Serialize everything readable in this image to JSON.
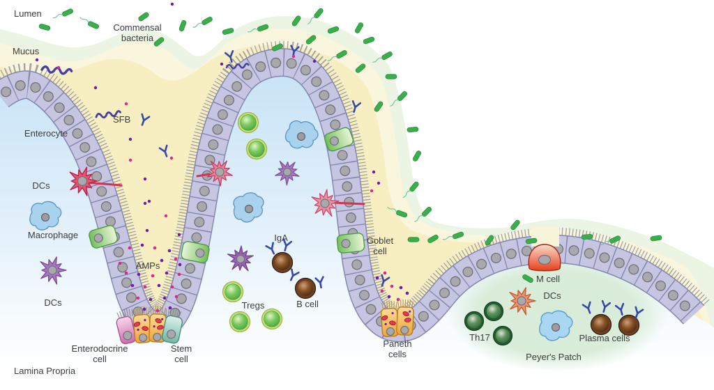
{
  "labels": {
    "lumen": "Lumen",
    "mucus": "Mucus",
    "commensal_1": "Commensal",
    "commensal_2": "bacteria",
    "enterocyte": "Enterocyte",
    "sfb": "SFB",
    "dcs_villus": "DCs",
    "macrophage": "Macrophage",
    "dcs_lamina": "DCs",
    "amps": "AMPs",
    "enterodocrine_1": "Enterodocrine",
    "enterodocrine_2": "cell",
    "stem_1": "Stem",
    "stem_2": "cell",
    "lamina_propria": "Lamina Propria",
    "tregs": "Tregs",
    "iga": "IgA",
    "b_cell": "B cell",
    "goblet_1": "Goblet",
    "goblet_2": "cell",
    "paneth_1": "Paneth",
    "paneth_2": "cells",
    "m_cell": "M cell",
    "dcs_peyers": "DCs",
    "th17": "Th17",
    "plasma_cells": "Plasma cells",
    "peyers_patch": "Peyer's Patch"
  },
  "colors": {
    "bacteria_green": "#3aae4b",
    "mucus_inner_yellow": "#f7efc2",
    "mucus_outer_yellow": "#faf6dd",
    "outer_mucus_green": "#ecf4e4",
    "epithelium_lavender": "#c6c6e2",
    "epithelium_outline": "#8486ae",
    "treg_green": "#7cc95e",
    "th17_dark_green": "#235c31",
    "b_cell_brown": "#6b4226",
    "iga_blue": "#3547ac",
    "sfb_purple": "#473f9f",
    "m_cell_red": "#e6401f",
    "paneth_orange": "#efa53a",
    "stem_teal": "#72b7a6",
    "enterodocrine_pink": "#cd68ae",
    "dc_red": "#e85570",
    "dc_purple": "#a877c2",
    "dc_orange": "#f0916a",
    "macrophage_blue": "#a8d2ee",
    "amp_magenta": "#e0268e",
    "amp_purple": "#6a1fa8",
    "peyers_patch_green": "#d9edda",
    "lamina_propria_blue": "#c9e4f6",
    "label_text": "#3b3b3b"
  }
}
